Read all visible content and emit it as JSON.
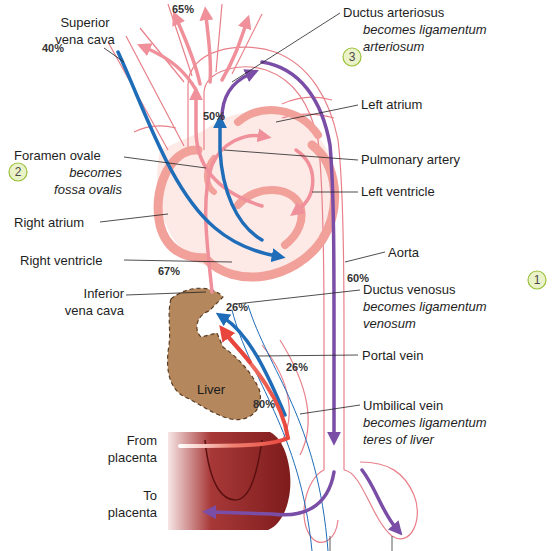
{
  "diagram": {
    "nodes": [
      {
        "text": [
          "3"
        ]
      },
      {
        "text": [
          "2"
        ]
      },
      {
        "text": [
          "1"
        ]
      },
      {
        "text": [
          "Liver"
        ]
      }
    ],
    "labels": [
      "65%",
      "Ductus arteriosus",
      "becomes ligamentum arteriosum",
      "Superior vena cava",
      "40%",
      "50%",
      "Left atrium",
      "Foramen ovale",
      "becomes fossa ovalis",
      "Pulmonary artery",
      "Left ventricle",
      "Right atrium",
      "Right ventricle",
      "67%",
      "Aorta",
      "Inferior vena cava",
      "60%",
      "26%",
      "Ductus venosus",
      "becomes ligamentum venosum",
      "Portal vein",
      "26%",
      "80%",
      "Umbilical vein",
      "becomes ligamentum teres of liver",
      "From placenta",
      "To placenta"
    ]
  }
}
